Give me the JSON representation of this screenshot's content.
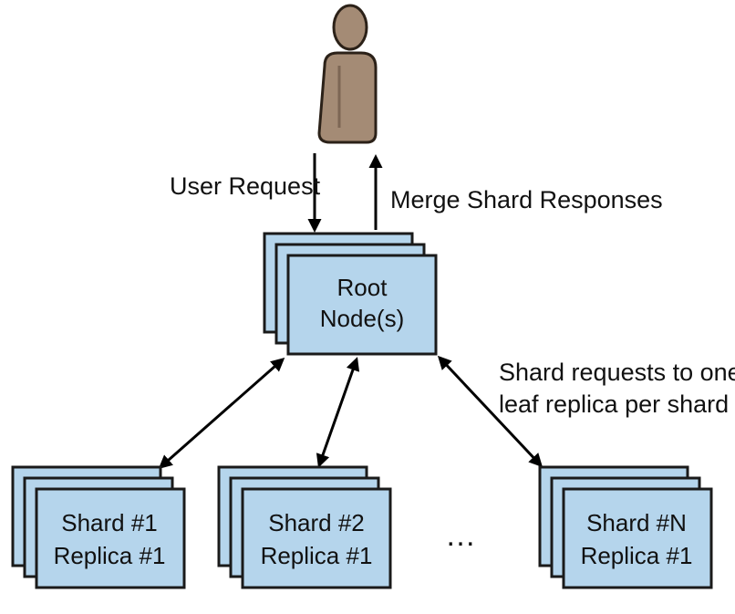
{
  "colors": {
    "node_fill": "#b5d5ec",
    "node_stroke": "#1a1a1a",
    "person_fill": "#a48b75",
    "person_stroke": "#2b2118",
    "arrow": "#000000"
  },
  "actor": {
    "icon": "person-icon"
  },
  "labels": {
    "user_request": "User Request",
    "merge_responses": "Merge Shard Responses",
    "shard_requests_line1": "Shard requests to one",
    "shard_requests_line2": "leaf replica per shard"
  },
  "root": {
    "line1": "Root",
    "line2": "Node(s)"
  },
  "leaves": [
    {
      "line1": "Shard #1",
      "line2": "Replica #1"
    },
    {
      "line1": "Shard #2",
      "line2": "Replica #1"
    },
    {
      "line1": "Shard #N",
      "line2": "Replica #1"
    }
  ],
  "ellipsis": "…"
}
